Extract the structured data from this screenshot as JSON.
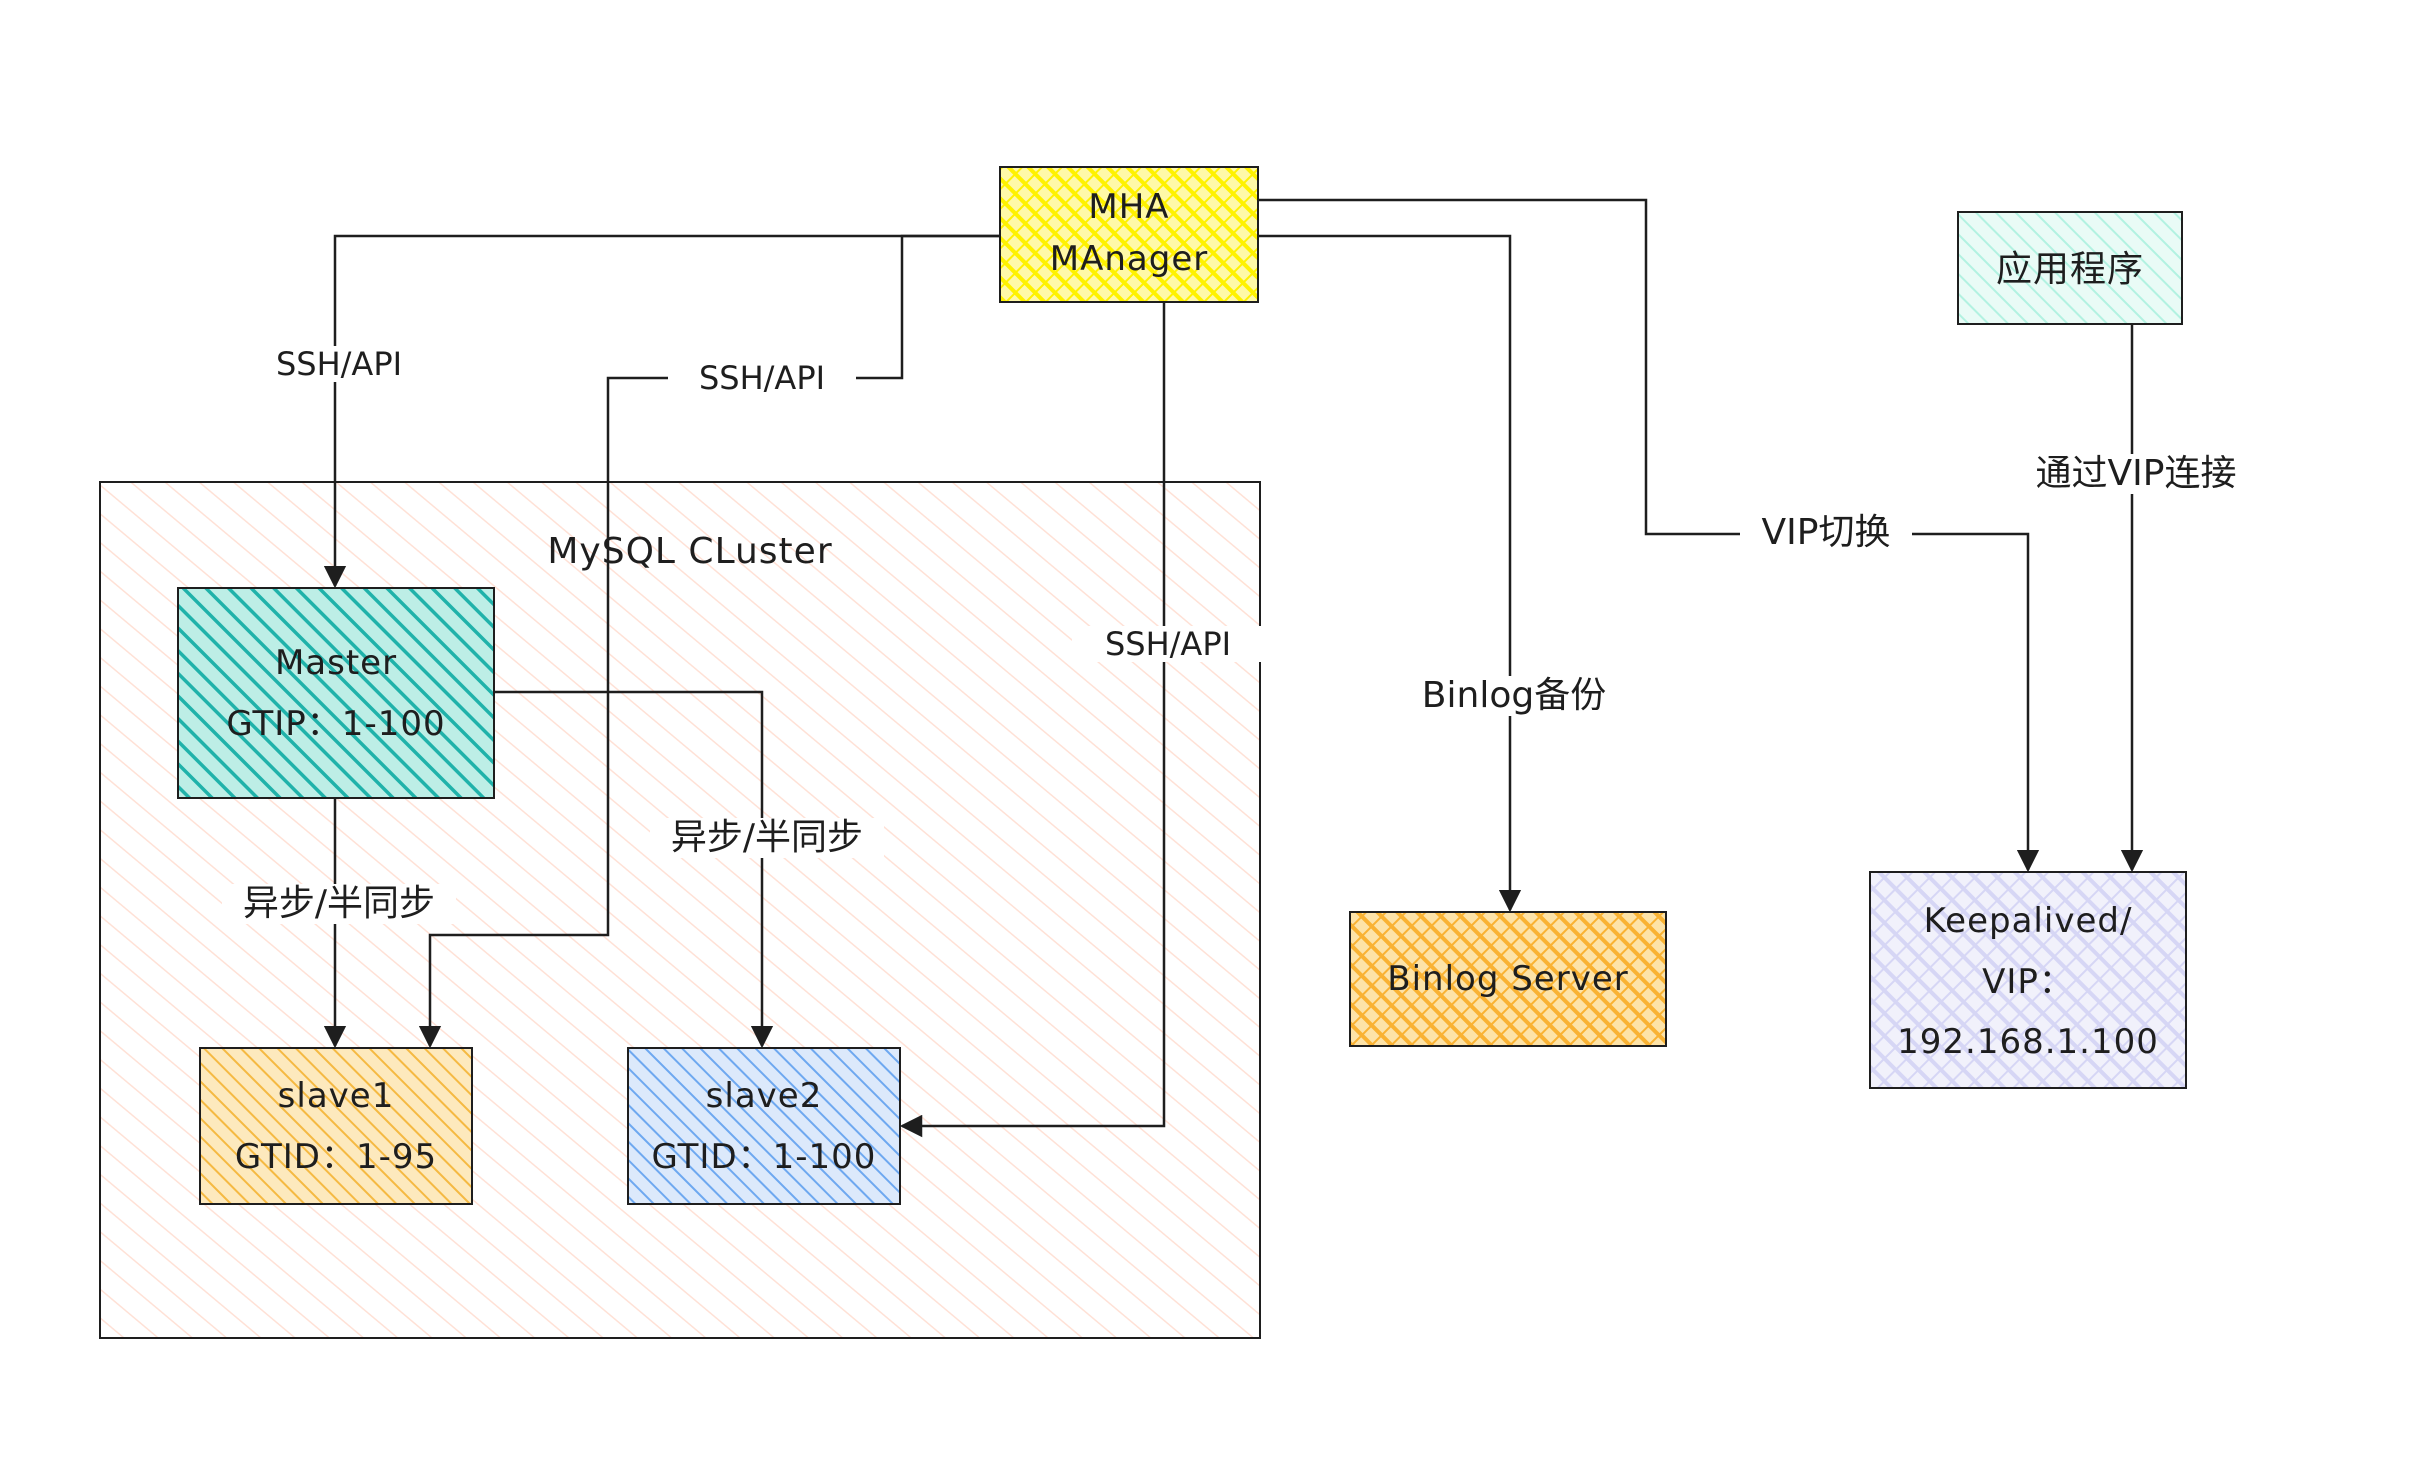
{
  "nodes": {
    "mha": {
      "line1": "MHA",
      "line2": "MAnager",
      "fill": "#fff200"
    },
    "app": {
      "line1": "应用程序",
      "fill": "#b2f2e1"
    },
    "cluster": {
      "label": "MySQL CLuster",
      "fill": "#ffd8c8"
    },
    "master": {
      "line1": "Master",
      "line2": "GTIP：1-100",
      "fill": "#20b2aa"
    },
    "slave1": {
      "line1": "slave1",
      "line2": "GTID：1-95",
      "fill": "#f5b942"
    },
    "slave2": {
      "line1": "slave2",
      "line2": "GTID：1-100",
      "fill": "#6ea8f0"
    },
    "binlog_server": {
      "line1": "Binlog Server",
      "fill": "#f9b233"
    },
    "keepalived": {
      "line1": "Keepalived/",
      "line2": "VIP：",
      "line3": "192.168.1.100",
      "fill": "#d6d6f5"
    }
  },
  "edges": {
    "ssh_master": "SSH/API",
    "ssh_slave1": "SSH/API",
    "ssh_slave2": "SSH/API",
    "binlog_backup": "Binlog备份",
    "vip_switch": "VIP切换",
    "vip_connect": "通过VIP连接",
    "repl_slave1": "异步/半同步",
    "repl_slave2": "异步/半同步"
  }
}
